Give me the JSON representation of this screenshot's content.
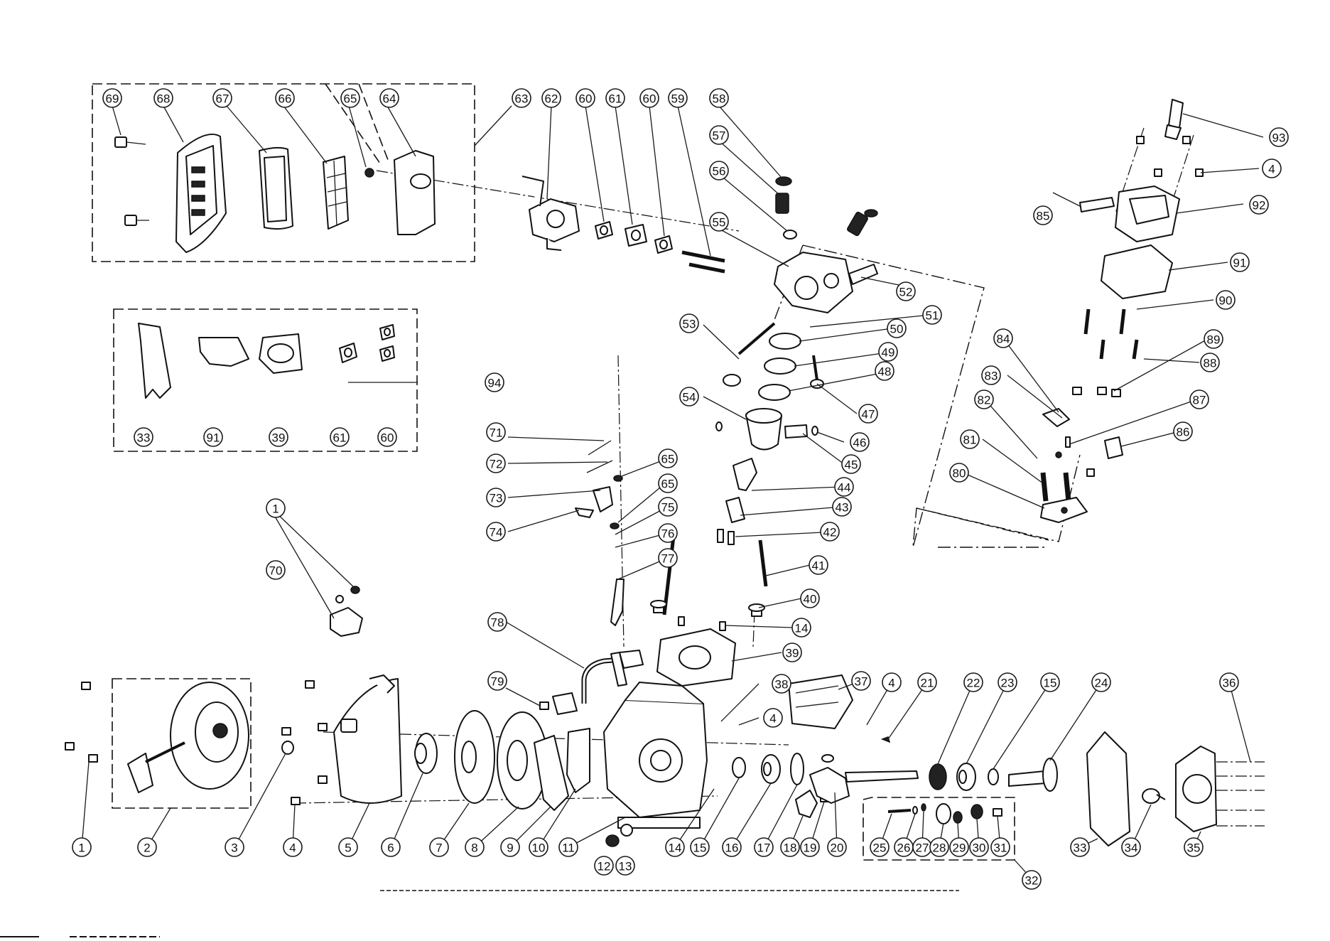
{
  "diagram": {
    "kind": "exploded-parts-view",
    "labels": [
      "1",
      "2",
      "3",
      "4",
      "5",
      "6",
      "7",
      "8",
      "9",
      "10",
      "11",
      "12",
      "13",
      "14",
      "15",
      "16",
      "17",
      "18",
      "19",
      "20",
      "21",
      "22",
      "23",
      "24",
      "25",
      "26",
      "27",
      "28",
      "29",
      "30",
      "31",
      "32",
      "33",
      "34",
      "35",
      "36",
      "37",
      "38",
      "39",
      "40",
      "41",
      "42",
      "43",
      "44",
      "45",
      "46",
      "47",
      "48",
      "49",
      "50",
      "51",
      "52",
      "53",
      "54",
      "55",
      "56",
      "57",
      "58",
      "59",
      "60",
      "61",
      "62",
      "63",
      "64",
      "65",
      "66",
      "67",
      "68",
      "69",
      "70",
      "71",
      "72",
      "73",
      "74",
      "75",
      "76",
      "77",
      "78",
      "79",
      "80",
      "81",
      "82",
      "83",
      "84",
      "85",
      "86",
      "87",
      "88",
      "89",
      "90",
      "91",
      "92",
      "93",
      "94"
    ]
  }
}
